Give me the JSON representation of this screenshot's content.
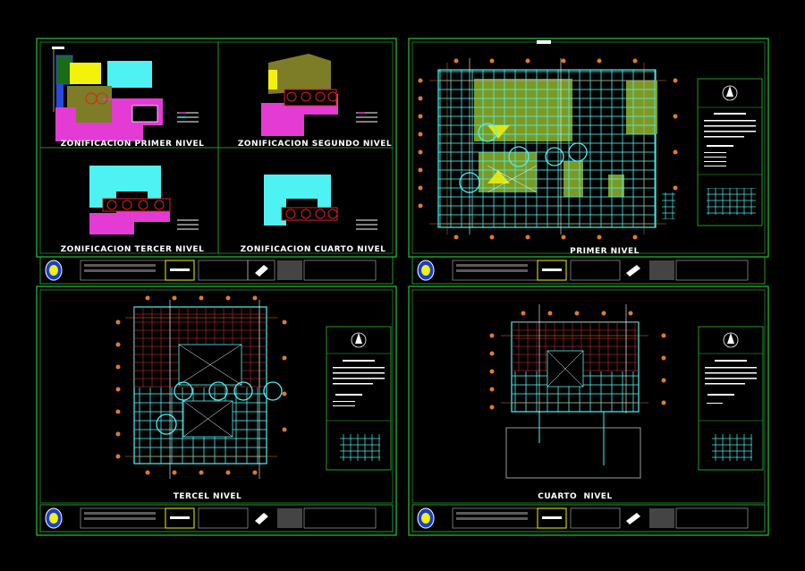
{
  "sheets": {
    "zoning": {
      "labels": {
        "first": "ZONIFICACION PRIMER NIVEL",
        "second": "ZONIFICACION SEGUNDO NIVEL",
        "third": "ZONIFICACION TERCER NIVEL",
        "fourth": "ZONIFICACION CUARTO NIVEL"
      }
    },
    "primer": {
      "title": "PRIMER NIVEL"
    },
    "tercer": {
      "title": "TERCEL NIVEL"
    },
    "cuarto": {
      "title": "CUARTO  NIVEL"
    }
  },
  "colors": {
    "background": "#000000",
    "frame": "#27c434",
    "walls": "#4ef2f2",
    "magenta": "#e33bd4",
    "yellow": "#f2f20a",
    "olive": "#7c7d26",
    "red": "#e02020",
    "blue": "#2a4bd8",
    "white": "#ffffff"
  }
}
